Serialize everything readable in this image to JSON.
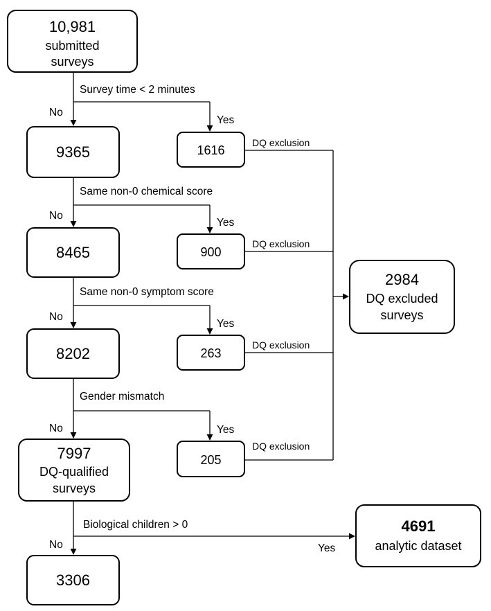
{
  "boxes": {
    "submitted": {
      "number": "10,981",
      "line1": "submitted",
      "line2": "surveys"
    },
    "n9365": {
      "number": "9365"
    },
    "n8465": {
      "number": "8465"
    },
    "n8202": {
      "number": "8202"
    },
    "qualified": {
      "number": "7997",
      "line1": "DQ-qualified",
      "line2": "surveys"
    },
    "n3306": {
      "number": "3306"
    },
    "ex1616": {
      "number": "1616"
    },
    "ex900": {
      "number": "900"
    },
    "ex263": {
      "number": "263"
    },
    "ex205": {
      "number": "205"
    },
    "excluded": {
      "number": "2984",
      "line1": "DQ excluded",
      "line2": "surveys"
    },
    "analytic": {
      "number": "4691",
      "line1": "analytic dataset"
    }
  },
  "criteria": {
    "c1": "Survey time < 2 minutes",
    "c2": "Same non-0 chemical score",
    "c3": "Same non-0 symptom score",
    "c4": "Gender mismatch",
    "c5": "Biological children > 0"
  },
  "labels": {
    "no": "No",
    "yes": "Yes",
    "dq_exclusion": "DQ exclusion"
  }
}
